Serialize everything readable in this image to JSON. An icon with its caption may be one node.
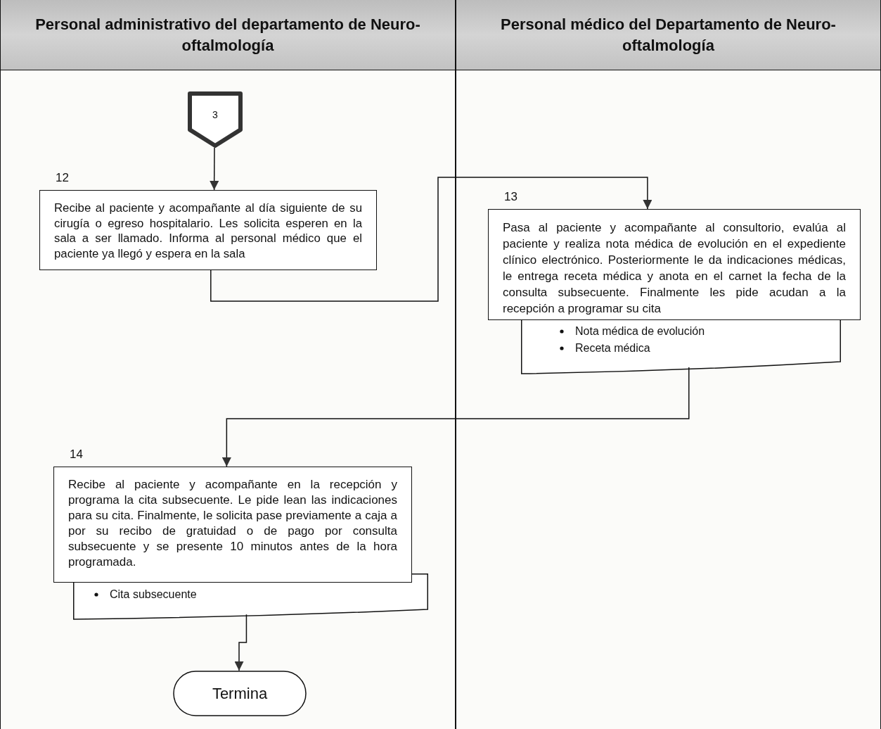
{
  "diagram": {
    "nodes": [
      {
        "text": [
          "Personal administrativo del departamento de Neuro-oftalmología"
        ]
      },
      {
        "text": [
          "Personal médico del Departamento de Neuro-oftalmología"
        ]
      },
      {
        "text": [
          "3"
        ],
        "in": 0
      },
      {
        "text": [
          "Recibe al paciente y acompañante al día siguiente de su cirugía o egreso hospitalario. Les solicita esperen en la sala a ser llamado. Informa al personal médico que el paciente ya llegó y espera en la sala"
        ],
        "beside": [
          "12"
        ],
        "in": 0
      },
      {
        "text": [
          "Nota médica de evolución",
          "Receta médica"
        ],
        "in": 1
      },
      {
        "text": [
          "Pasa al paciente y acompañante al consultorio, evalúa al paciente y realiza nota médica de evolución en el expediente clínico electrónico. Posteriormente le da indicaciones médicas, le entrega receta médica y anota en el carnet la fecha de la consulta subsecuente. Finalmente les pide acudan a la recepción a programar su cita"
        ],
        "beside": [
          "13"
        ],
        "in": 1
      },
      {
        "text": [
          "Cita subsecuente"
        ],
        "in": 0
      },
      {
        "text": [
          "Recibe al paciente y acompañante en la recepción y programa la cita subsecuente. Le pide lean las indicaciones para su cita. Finalmente, le solicita pase previamente a caja a por su recibo de gratuidad o de pago por consulta subsecuente y se presente 10 minutos antes de la hora programada."
        ],
        "beside": [
          "14"
        ],
        "in": 0
      },
      {
        "text": [
          "Termina"
        ],
        "in": 0
      }
    ],
    "edges": [
      {
        "from": 2,
        "to": 3,
        "arrow": "to"
      },
      {
        "from": 3,
        "to": 5,
        "arrow": "to"
      },
      {
        "from": 4,
        "to": 7,
        "arrow": "to"
      },
      {
        "from": 6,
        "to": 8,
        "arrow": "to"
      }
    ]
  }
}
